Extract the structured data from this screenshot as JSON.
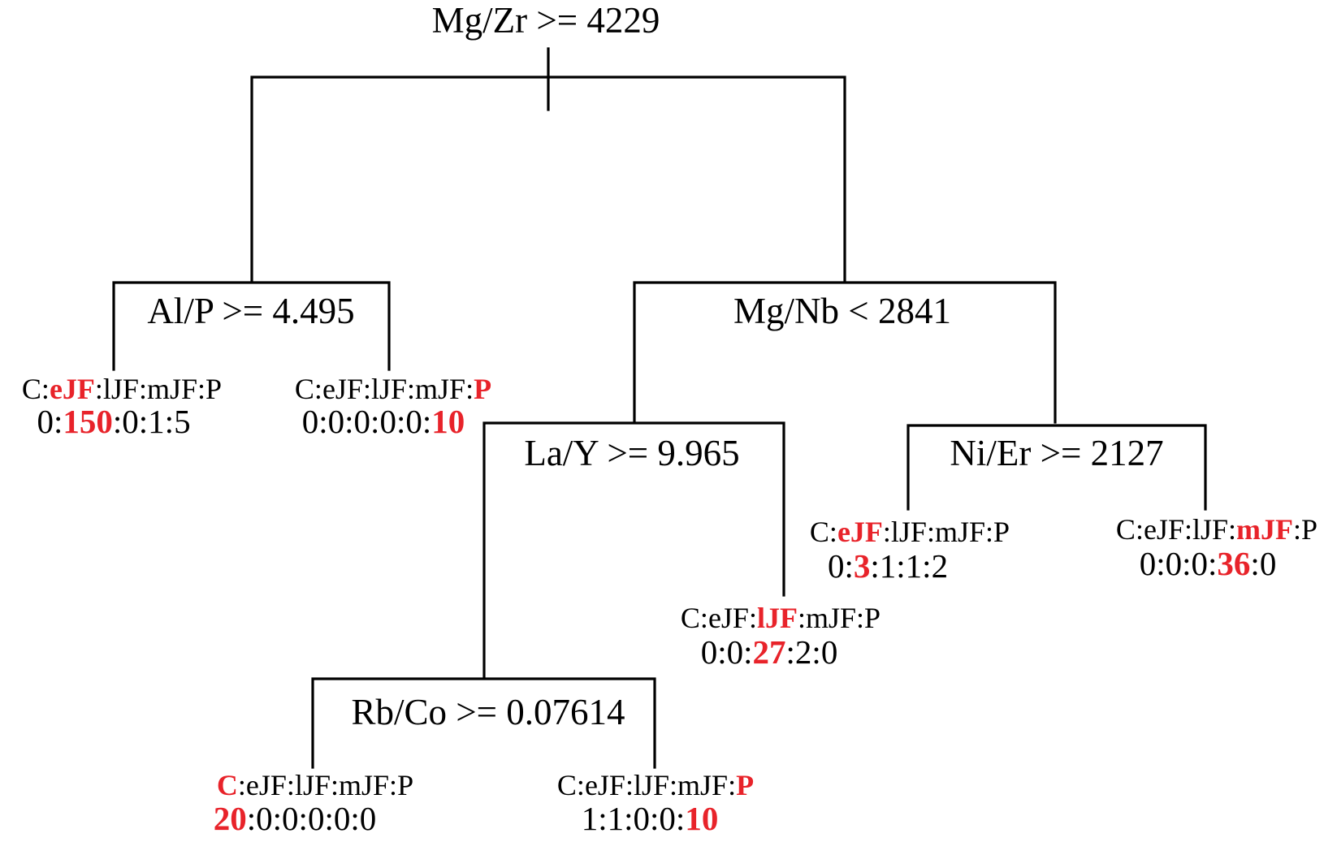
{
  "colors": {
    "highlight": "#e8232a",
    "text": "#000000",
    "line": "#000000"
  },
  "separator": ":",
  "splits": {
    "root": "Mg/Zr >= 4229",
    "left": "Al/P >= 4.495",
    "right": "Mg/Nb < 2841",
    "right_left": "La/Y >= 9.965",
    "right_right": "Ni/Er >= 2127",
    "right_left_left": "Rb/Co >= 0.07614"
  },
  "leaves": [
    {
      "id": "leaf-1",
      "classes": [
        "C",
        "eJF",
        "lJF",
        "mJF",
        "P"
      ],
      "predicted": 1,
      "counts": [
        "0",
        "150",
        "0",
        "1",
        "5"
      ]
    },
    {
      "id": "leaf-2",
      "classes": [
        "C",
        "eJF",
        "lJF",
        "mJF",
        "P"
      ],
      "predicted": 4,
      "counts": [
        "0",
        "0",
        "0",
        "0",
        "0",
        "10"
      ]
    },
    {
      "id": "leaf-3",
      "classes": [
        "C",
        "eJF",
        "lJF",
        "mJF",
        "P"
      ],
      "predicted": 0,
      "counts": [
        "20",
        "0",
        "0",
        "0",
        "0",
        "0"
      ]
    },
    {
      "id": "leaf-4",
      "classes": [
        "C",
        "eJF",
        "lJF",
        "mJF",
        "P"
      ],
      "predicted": 4,
      "counts": [
        "1",
        "1",
        "0",
        "0",
        "10"
      ]
    },
    {
      "id": "leaf-5",
      "classes": [
        "C",
        "eJF",
        "lJF",
        "mJF",
        "P"
      ],
      "predicted": 2,
      "counts": [
        "0",
        "0",
        "27",
        "2",
        "0"
      ]
    },
    {
      "id": "leaf-6",
      "classes": [
        "C",
        "eJF",
        "lJF",
        "mJF",
        "P"
      ],
      "predicted": 1,
      "counts": [
        "0",
        "3",
        "1",
        "1",
        "2"
      ]
    },
    {
      "id": "leaf-7",
      "classes": [
        "C",
        "eJF",
        "lJF",
        "mJF",
        "P"
      ],
      "predicted": 3,
      "counts": [
        "0",
        "0",
        "0",
        "36",
        "0"
      ]
    }
  ],
  "leaf_count_highlight": [
    1,
    5,
    0,
    4,
    2,
    1,
    3
  ]
}
